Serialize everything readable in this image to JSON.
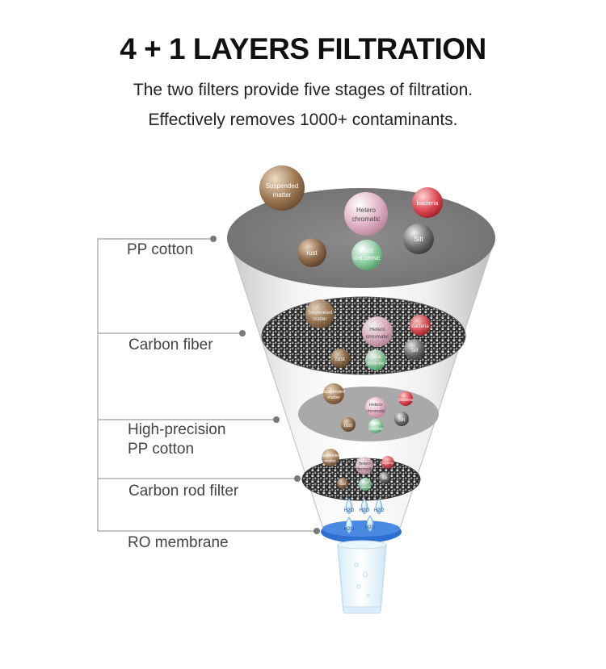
{
  "header": {
    "title": "4 + 1 LAYERS FILTRATION",
    "subtitle_line1": "The two filters provide five stages of filtration.",
    "subtitle_line2": "Effectively removes 1000+ contaminants."
  },
  "layers": [
    {
      "label": "PP cotton"
    },
    {
      "label": "Carbon fiber"
    },
    {
      "label_line1": "High-precision",
      "label_line2": "PP cotton"
    },
    {
      "label": "Carbon rod filter"
    },
    {
      "label": "RO membrane"
    }
  ],
  "contaminants": {
    "suspended_line1": "Suspended",
    "suspended_line2": "matter",
    "hetero_line1": "Hetero",
    "hetero_line2": "chromatic",
    "bacteria": "bacteria",
    "silt": "Silt",
    "rust": "rust",
    "free_chlorine_line1": "FREE",
    "free_chlorine_line2": "CHLORINE",
    "free_chlorine_small_line1": "Free",
    "free_chlorine_small_line2": "chlorine"
  },
  "water": {
    "drop_label": "H2O"
  },
  "colors": {
    "suspended": "#9a7550",
    "hetero": "#d9a7bd",
    "bacteria": "#d9464f",
    "silt": "#6e6e6e",
    "rust": "#8c6a4a",
    "chlorine": "#6fbf8a",
    "ro_membrane": "#2f6fcf"
  }
}
